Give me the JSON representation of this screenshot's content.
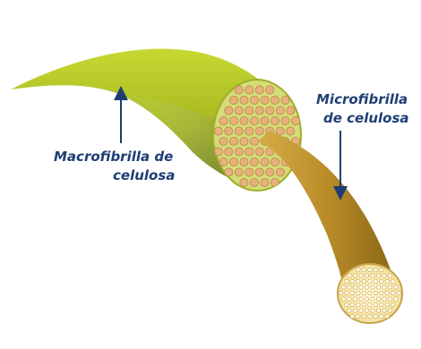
{
  "labels": {
    "macrofibril_line1": "Macrofibrilla de",
    "macrofibril_line2": "celulosa",
    "microfibril_line1": "Microfibrilla",
    "microfibril_line2": "de celulosa"
  },
  "colors": {
    "label_text": "#1f3e73",
    "arrow": "#1f3e73",
    "macrofibril_light": "#bfd12a",
    "macrofibril_dark": "#6f7f1a",
    "fibril_dot": "#e8b07c",
    "microfibril_body": "#b98c28",
    "microfibril_end": "#fff2c0"
  }
}
